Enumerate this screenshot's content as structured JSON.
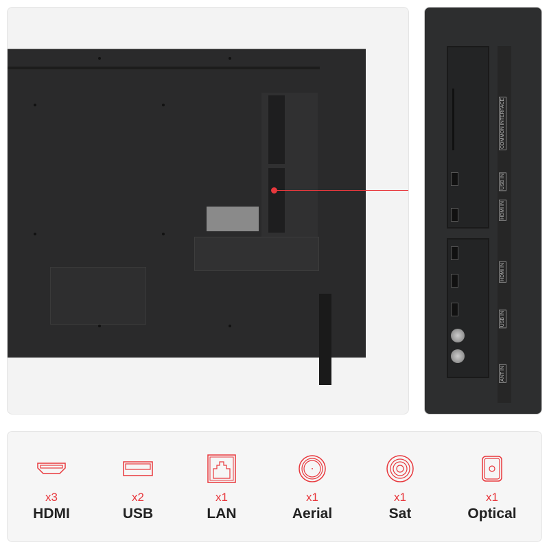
{
  "tv_back": {
    "port_labels": {
      "common_interface": "COMMON INTERFACE",
      "usb_in": "USB IN",
      "hdmi_in": "HDMI IN",
      "ant_in": "ANT IN"
    }
  },
  "colors": {
    "accent": "#e8383d",
    "tv_body": "#2a2a2b"
  },
  "connections": [
    {
      "icon": "hdmi-icon",
      "count": "x3",
      "label": "HDMI"
    },
    {
      "icon": "usb-icon",
      "count": "x2",
      "label": "USB"
    },
    {
      "icon": "lan-icon",
      "count": "x1",
      "label": "LAN"
    },
    {
      "icon": "aerial-icon",
      "count": "x1",
      "label": "Aerial"
    },
    {
      "icon": "sat-icon",
      "count": "x1",
      "label": "Sat"
    },
    {
      "icon": "optical-icon",
      "count": "x1",
      "label": "Optical"
    }
  ]
}
